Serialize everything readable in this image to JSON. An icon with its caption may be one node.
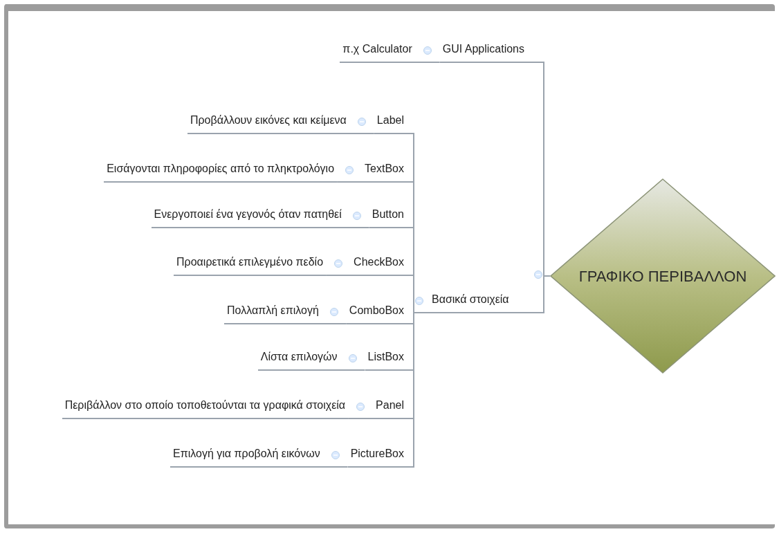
{
  "diagram": {
    "nodes": [
      {
        "text": [
          "ΓΡΑΦΙΚΟ ΠΕΡΙΒΑΛΛΟΝ"
        ]
      },
      {
        "text": [
          "GUI Applications"
        ]
      },
      {
        "text": [
          "π.χ Calculator"
        ]
      },
      {
        "text": [
          "Βασικά στοιχεία"
        ]
      },
      {
        "text": [
          "Label"
        ]
      },
      {
        "text": [
          "Προβάλλουν εικόνες και κείμενα"
        ]
      },
      {
        "text": [
          "TextBox"
        ]
      },
      {
        "text": [
          "Εισάγονται πληροφορίες από το πληκτρολόγιο"
        ]
      },
      {
        "text": [
          "Button"
        ]
      },
      {
        "text": [
          "Ενεργοποιεί ένα γεγονός όταν πατηθεί"
        ]
      },
      {
        "text": [
          "CheckBox"
        ]
      },
      {
        "text": [
          "Προαιρετικά επιλεγμένο πεδίο"
        ]
      },
      {
        "text": [
          "ComboBox"
        ]
      },
      {
        "text": [
          "Πολλαπλή επιλογή"
        ]
      },
      {
        "text": [
          "ListBox"
        ]
      },
      {
        "text": [
          "Λίστα επιλογών"
        ]
      },
      {
        "text": [
          "Panel"
        ]
      },
      {
        "text": [
          "Περιβάλλον στο οποίο τοποθετούνται τα γραφικά στοιχεία"
        ]
      },
      {
        "text": [
          "PictureBox"
        ]
      },
      {
        "text": [
          "Επιλογή για προβολή εικόνων"
        ]
      }
    ],
    "edges": [
      {
        "from": 0,
        "to": 1,
        "arrow": "none"
      },
      {
        "from": 1,
        "to": 2,
        "arrow": "none"
      },
      {
        "from": 0,
        "to": 3,
        "arrow": "none"
      },
      {
        "from": 3,
        "to": 4,
        "arrow": "none"
      },
      {
        "from": 4,
        "to": 5,
        "arrow": "none"
      },
      {
        "from": 3,
        "to": 6,
        "arrow": "none"
      },
      {
        "from": 6,
        "to": 7,
        "arrow": "none"
      },
      {
        "from": 3,
        "to": 8,
        "arrow": "none"
      },
      {
        "from": 8,
        "to": 9,
        "arrow": "none"
      },
      {
        "from": 3,
        "to": 10,
        "arrow": "none"
      },
      {
        "from": 10,
        "to": 11,
        "arrow": "none"
      },
      {
        "from": 3,
        "to": 12,
        "arrow": "none"
      },
      {
        "from": 12,
        "to": 13,
        "arrow": "none"
      },
      {
        "from": 3,
        "to": 14,
        "arrow": "none"
      },
      {
        "from": 14,
        "to": 15,
        "arrow": "none"
      },
      {
        "from": 3,
        "to": 16,
        "arrow": "none"
      },
      {
        "from": 16,
        "to": 17,
        "arrow": "none"
      },
      {
        "from": 3,
        "to": 18,
        "arrow": "none"
      },
      {
        "from": 18,
        "to": 19,
        "arrow": "none"
      }
    ]
  }
}
